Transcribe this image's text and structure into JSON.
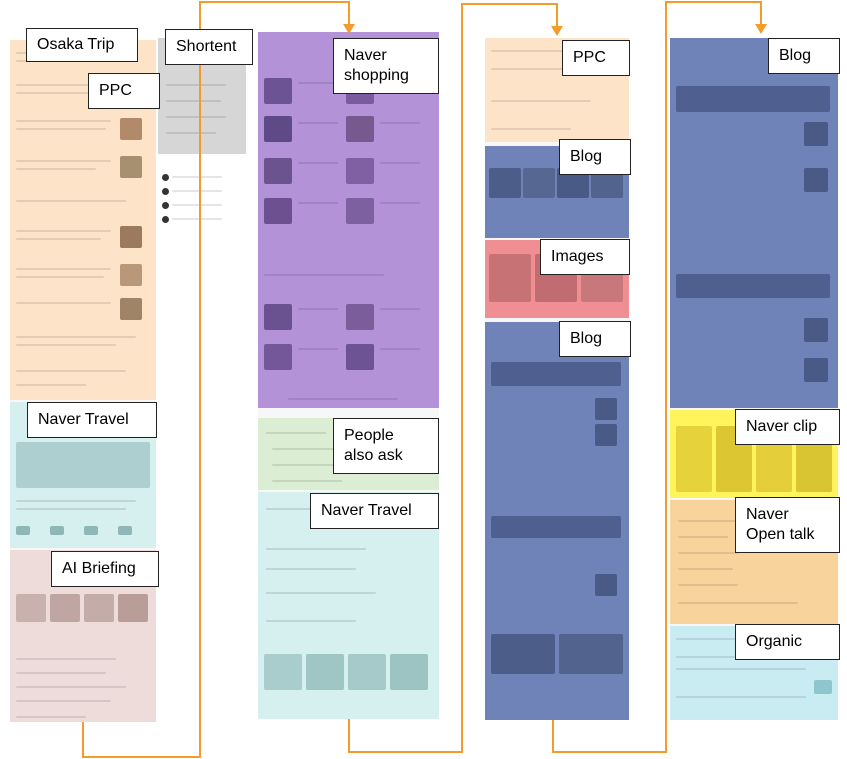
{
  "colors": {
    "connector": "#f39c2c",
    "ppc": "#fde4c8",
    "naver_travel": "#d6efef",
    "ai_briefing": "#eedcdb",
    "shortent": "#d6d6d6",
    "naver_shopping": "#b392d8",
    "people_also_ask": "#dbeed3",
    "blog": "#7083b8",
    "images": "#f08f93",
    "naver_clip": "#fff45c",
    "naver_open_talk": "#f9d39c",
    "organic": "#c9ecf3"
  },
  "callouts": [
    {
      "id": "osaka-trip",
      "label": "Osaka Trip"
    },
    {
      "id": "ppc-1",
      "label": "PPC"
    },
    {
      "id": "naver-travel-1",
      "label": "Naver Travel"
    },
    {
      "id": "ai-briefing",
      "label": "AI Briefing"
    },
    {
      "id": "shortent",
      "label": "Shortent"
    },
    {
      "id": "naver-shopping",
      "label": "Naver\nshopping"
    },
    {
      "id": "people-also-ask",
      "label": "People\nalso ask"
    },
    {
      "id": "naver-travel-2",
      "label": "Naver Travel"
    },
    {
      "id": "ppc-2",
      "label": "PPC"
    },
    {
      "id": "blog-1",
      "label": "Blog"
    },
    {
      "id": "images",
      "label": "Images"
    },
    {
      "id": "blog-2",
      "label": "Blog"
    },
    {
      "id": "blog-3",
      "label": "Blog"
    },
    {
      "id": "naver-clip",
      "label": "Naver clip"
    },
    {
      "id": "naver-open-talk",
      "label": "Naver\nOpen talk"
    },
    {
      "id": "organic",
      "label": "Organic"
    }
  ]
}
